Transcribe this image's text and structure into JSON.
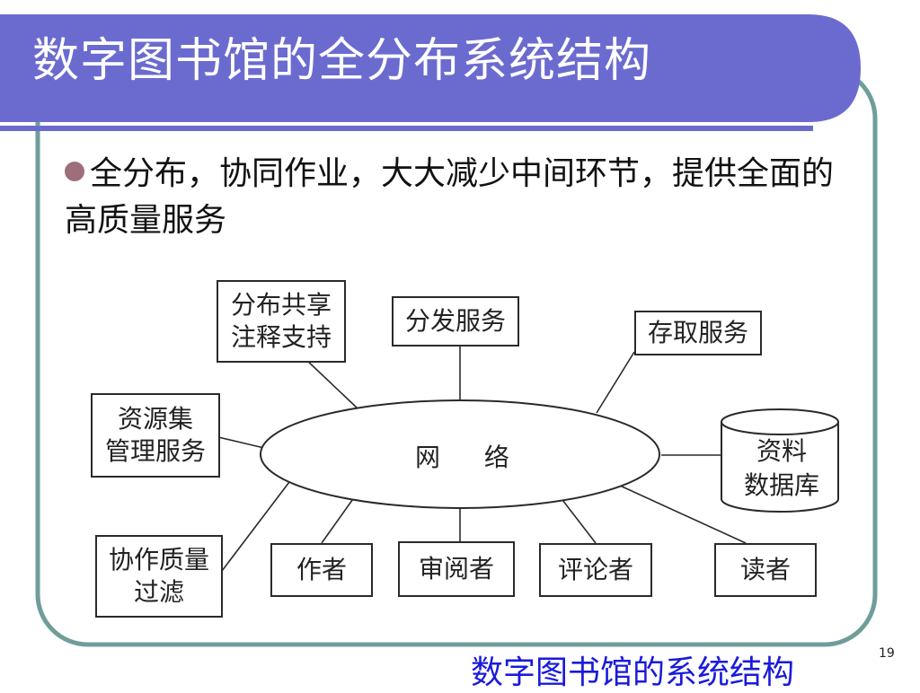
{
  "slide": {
    "title": "数字图书馆的全分布系统结构",
    "bullet": "全分布，协同作业，大大减少中间环节，提供全面的高质量服务",
    "caption": "数字图书馆的系统结构",
    "page_number": "19"
  },
  "diagram": {
    "center_label": "网 络",
    "nodes": {
      "distributed_sharing": "分布共享\n注释支持",
      "distribution_service": "分发服务",
      "access_service": "存取服务",
      "resource_management": "资源集\n管理服务",
      "database": "资料\n数据库",
      "quality_filter": "协作质量\n过滤",
      "author": "作者",
      "reviewer": "审阅者",
      "commentator": "评论者",
      "reader": "读者"
    }
  },
  "colors": {
    "title_band": "#6b6bcf",
    "frame_border": "#6f9d9a",
    "caption": "#1a1adb",
    "bullet_dot": "#9c6f7a"
  }
}
